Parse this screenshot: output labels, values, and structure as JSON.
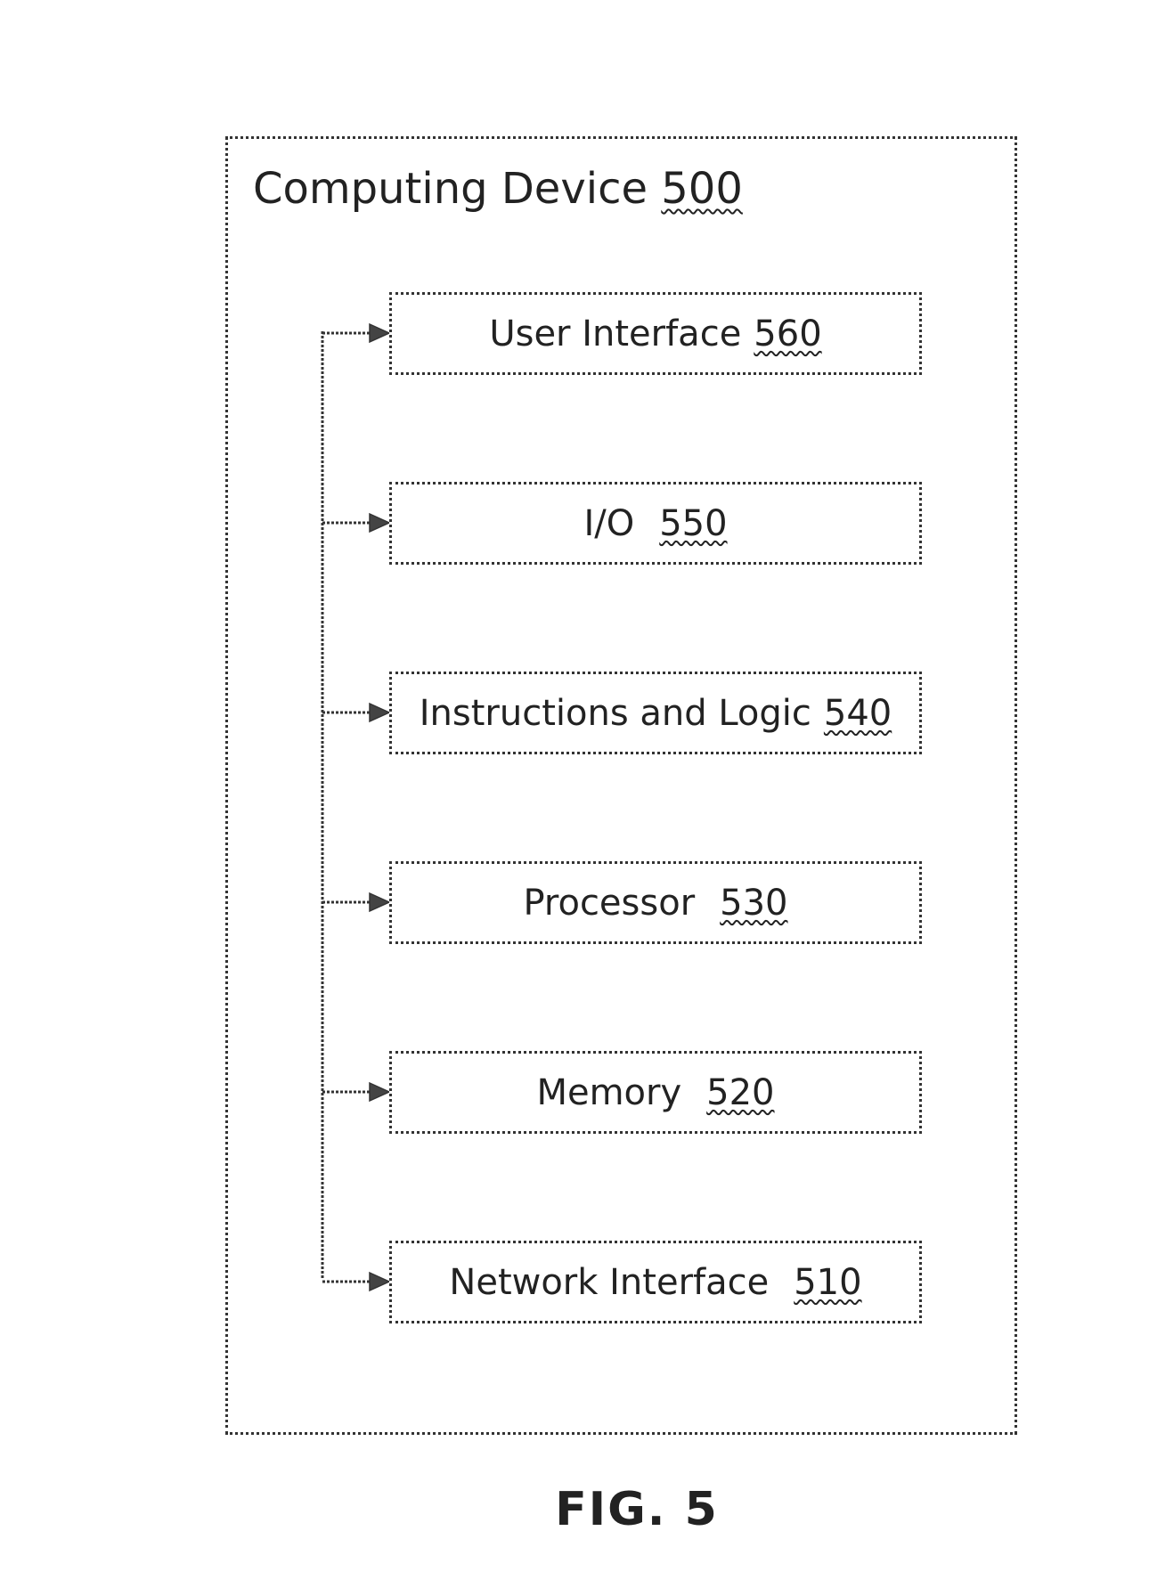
{
  "device": {
    "label": "Computing Device",
    "ref": "500"
  },
  "components": [
    {
      "label": "User Interface",
      "ref": "560"
    },
    {
      "label": "I/O",
      "ref": "550"
    },
    {
      "label": "Instructions and Logic",
      "ref": "540"
    },
    {
      "label": "Processor",
      "ref": "530"
    },
    {
      "label": "Memory",
      "ref": "520"
    },
    {
      "label": "Network Interface",
      "ref": "510"
    }
  ],
  "figure": {
    "caption": "FIG. 5"
  }
}
